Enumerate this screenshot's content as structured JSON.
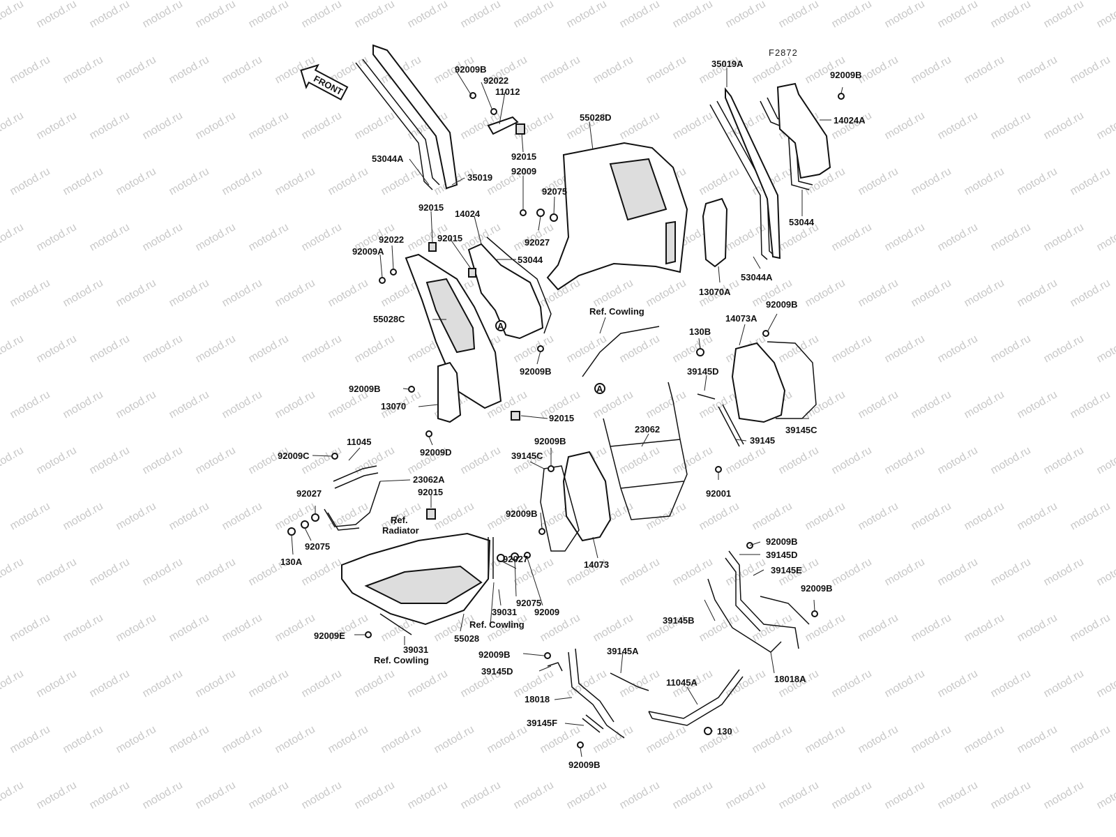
{
  "figure_code": "F2872",
  "direction_label": "FRONT",
  "watermark": "motod.ru",
  "labels": [
    {
      "id": "l01",
      "text": "92009B"
    },
    {
      "id": "l02",
      "text": "92022"
    },
    {
      "id": "l03",
      "text": "11012"
    },
    {
      "id": "l04",
      "text": "92015"
    },
    {
      "id": "l05",
      "text": "53044A"
    },
    {
      "id": "l06",
      "text": "35019"
    },
    {
      "id": "l07",
      "text": "92009"
    },
    {
      "id": "l08",
      "text": "92075"
    },
    {
      "id": "l09",
      "text": "92027"
    },
    {
      "id": "l10",
      "text": "55028D"
    },
    {
      "id": "l11",
      "text": "35019A"
    },
    {
      "id": "l12",
      "text": "92009B"
    },
    {
      "id": "l13",
      "text": "14024A"
    },
    {
      "id": "l14",
      "text": "53044"
    },
    {
      "id": "l15",
      "text": "53044A"
    },
    {
      "id": "l16",
      "text": "13070A"
    },
    {
      "id": "l17",
      "text": "92015"
    },
    {
      "id": "l18",
      "text": "14024"
    },
    {
      "id": "l19",
      "text": "92022"
    },
    {
      "id": "l20",
      "text": "92015"
    },
    {
      "id": "l21",
      "text": "92009A"
    },
    {
      "id": "l22",
      "text": "53044"
    },
    {
      "id": "l23",
      "text": "55028C"
    },
    {
      "id": "l24",
      "text": "92009B"
    },
    {
      "id": "l25",
      "text": "Ref. Cowling"
    },
    {
      "id": "l26",
      "text": "92009B"
    },
    {
      "id": "l27",
      "text": "14073A"
    },
    {
      "id": "l28",
      "text": "130B"
    },
    {
      "id": "l29",
      "text": "39145D"
    },
    {
      "id": "l30",
      "text": "92009B"
    },
    {
      "id": "l31",
      "text": "13070"
    },
    {
      "id": "l32",
      "text": "92015"
    },
    {
      "id": "l33",
      "text": "92009D"
    },
    {
      "id": "l34",
      "text": "23062"
    },
    {
      "id": "l35",
      "text": "39145"
    },
    {
      "id": "l36",
      "text": "39145C"
    },
    {
      "id": "l37",
      "text": "11045"
    },
    {
      "id": "l38",
      "text": "92009C"
    },
    {
      "id": "l39",
      "text": "92009B"
    },
    {
      "id": "l40",
      "text": "39145C"
    },
    {
      "id": "l41",
      "text": "23062A"
    },
    {
      "id": "l42",
      "text": "92015"
    },
    {
      "id": "l43",
      "text": "92001"
    },
    {
      "id": "l44",
      "text": "92027"
    },
    {
      "id": "l45",
      "text": "Ref."
    },
    {
      "id": "l46",
      "text": "Radiator"
    },
    {
      "id": "l47",
      "text": "92009B"
    },
    {
      "id": "l48",
      "text": "92075"
    },
    {
      "id": "l49",
      "text": "130A"
    },
    {
      "id": "l50",
      "text": "14073"
    },
    {
      "id": "l51",
      "text": "92009B"
    },
    {
      "id": "l52",
      "text": "39145D"
    },
    {
      "id": "l53",
      "text": "92027"
    },
    {
      "id": "l54",
      "text": "39145E"
    },
    {
      "id": "l55",
      "text": "92075"
    },
    {
      "id": "l56",
      "text": "92009B"
    },
    {
      "id": "l57",
      "text": "39031"
    },
    {
      "id": "l58",
      "text": "92009"
    },
    {
      "id": "l59",
      "text": "Ref. Cowling"
    },
    {
      "id": "l60",
      "text": "39145B"
    },
    {
      "id": "l61",
      "text": "55028"
    },
    {
      "id": "l62",
      "text": "92009E"
    },
    {
      "id": "l63",
      "text": "39031"
    },
    {
      "id": "l64",
      "text": "Ref. Cowling"
    },
    {
      "id": "l65",
      "text": "92009B"
    },
    {
      "id": "l66",
      "text": "39145A"
    },
    {
      "id": "l67",
      "text": "18018A"
    },
    {
      "id": "l68",
      "text": "39145D"
    },
    {
      "id": "l69",
      "text": "11045A"
    },
    {
      "id": "l70",
      "text": "18018"
    },
    {
      "id": "l71",
      "text": "39145F"
    },
    {
      "id": "l72",
      "text": "130"
    },
    {
      "id": "l73",
      "text": "92009B"
    }
  ],
  "callouts": [
    {
      "id": "A1",
      "text": "A"
    },
    {
      "id": "A2",
      "text": "A"
    }
  ]
}
